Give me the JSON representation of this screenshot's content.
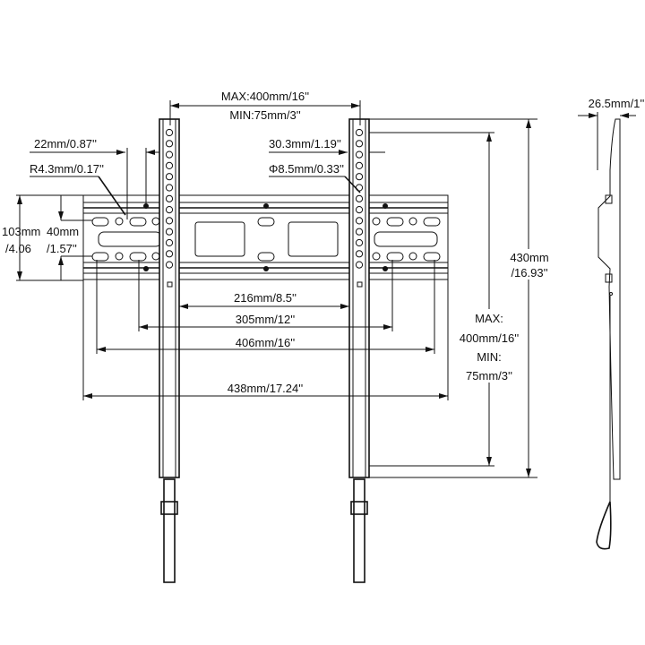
{
  "diagram": {
    "title": "TV wall mount dimension drawing",
    "labels": {
      "vesa_h_max": "MAX:400mm/16''",
      "vesa_h_min": "MIN:75mm/3''",
      "slot_spacing": "22mm/0.87''",
      "slot_radius": "R4.3mm/0.17''",
      "plate_height_mm": "103mm",
      "plate_height_in": "/4.06",
      "slot_vspacing_mm": "40mm",
      "slot_vspacing_in": "/1.57''",
      "rail_offset": "30.3mm/1.19''",
      "hole_diameter": "Φ8.5mm/0.33''",
      "width_216": "216mm/8.5''",
      "width_305": "305mm/12''",
      "width_406": "406mm/16''",
      "width_438": "438mm/17.24''",
      "rail_height_mm": "430mm",
      "rail_height_in": "/16.93''",
      "vesa_v_max": "MAX:",
      "vesa_v_max_val": "400mm/16''",
      "vesa_v_min": "MIN:",
      "vesa_v_min_val": "75mm/3''",
      "profile_depth": "26.5mm/1''"
    },
    "colors": {
      "line": "#111111",
      "background": "#ffffff"
    }
  }
}
